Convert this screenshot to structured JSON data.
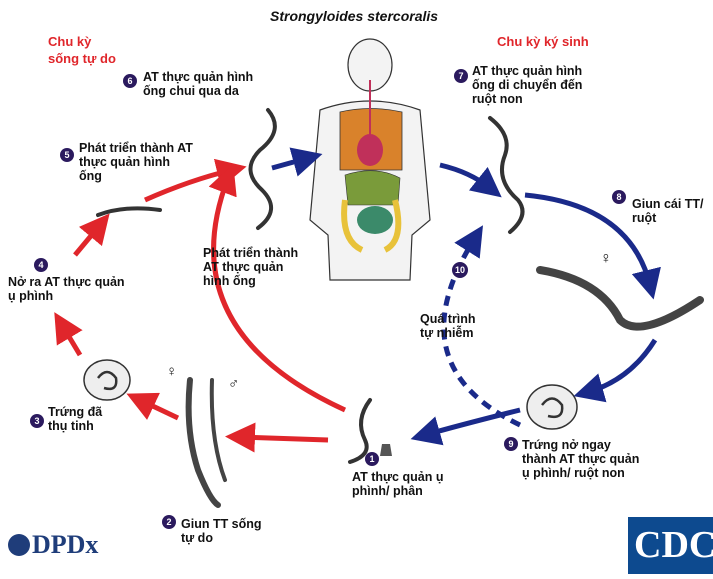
{
  "title": "Strongyloides stercoralis",
  "free_living_cycle": "Chu kỳ\nsống tự do",
  "parasitic_cycle": "Chu kỳ ký sinh",
  "steps": [
    {
      "num": "1",
      "text": "AT thực quản ụ\nphình/ phân"
    },
    {
      "num": "2",
      "text": "Giun TT sống\ntự do"
    },
    {
      "num": "3",
      "text": "Trứng đã\nthụ tinh"
    },
    {
      "num": "4",
      "text": "Nở ra AT thực quản\nụ phình"
    },
    {
      "num": "5",
      "text": "Phát triển thành AT\nthực quản hình\nống"
    },
    {
      "num": "6",
      "text": "AT thực quản hình\nống chui qua da"
    },
    {
      "num": "7",
      "text": "AT thực quản hình\nống di chuyển đến\nruột non"
    },
    {
      "num": "8",
      "text": "Giun cái TT/\nruột"
    },
    {
      "num": "9",
      "text": "Trứng nở ngay\nthành AT thực quản\nụ phình/ ruột non"
    },
    {
      "num": "10",
      "text": ""
    }
  ],
  "direct_dev_label": "Phát triển thành\nAT thực quản\nhình ống",
  "autoinfection_label": "Quá trình\ntự nhiễm",
  "female_symbol": "♀",
  "male_symbol": "♂",
  "logo_dpdx": "DPDx",
  "logo_cdc": "CDC",
  "colors": {
    "red_arrow": "#e0262b",
    "blue_arrow": "#1a2a8a",
    "num_badge": "#2b1a5e"
  }
}
